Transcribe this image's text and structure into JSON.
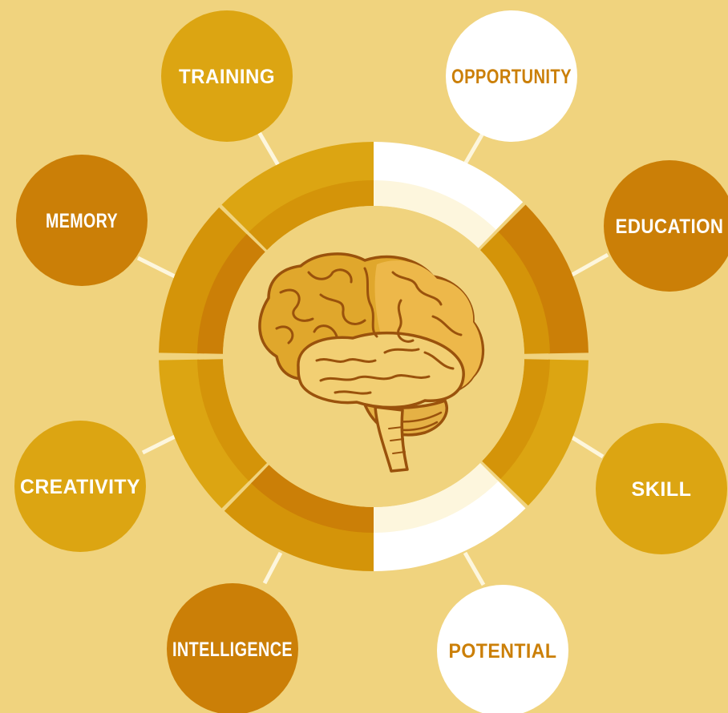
{
  "colors": {
    "background": "#f0d37e",
    "gold": "#dca512",
    "dark_orange": "#cb7f07",
    "mid_orange": "#d49409",
    "white": "#ffffff",
    "cream": "#fdf6dd",
    "brain_fill": "#e0a72c",
    "brain_light": "#f2cf73",
    "brain_outline": "#9a520c"
  },
  "nodes": [
    {
      "label": "TRAINING",
      "fill": "gold",
      "text_color": "white"
    },
    {
      "label": "OPPORTUNITY",
      "fill": "white",
      "text_color": "dark_orange"
    },
    {
      "label": "MEMORY",
      "fill": "dark_orange",
      "text_color": "white"
    },
    {
      "label": "EDUCATION",
      "fill": "dark_orange",
      "text_color": "white"
    },
    {
      "label": "CREATIVITY",
      "fill": "gold",
      "text_color": "white"
    },
    {
      "label": "SKILL",
      "fill": "gold",
      "text_color": "white"
    },
    {
      "label": "INTELLIGENCE",
      "fill": "dark_orange",
      "text_color": "white"
    },
    {
      "label": "POTENTIAL",
      "fill": "white",
      "text_color": "dark_orange"
    }
  ],
  "center": {
    "icon": "brain-icon"
  }
}
